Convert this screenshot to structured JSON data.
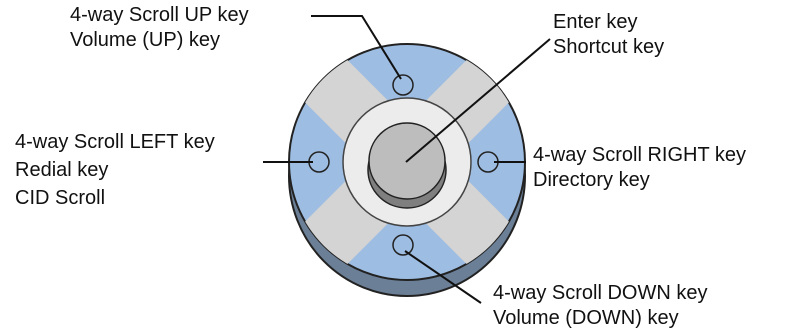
{
  "callouts": {
    "up": {
      "line1": "4-way Scroll UP key",
      "line2": "Volume (UP) key"
    },
    "enter": {
      "line1": "Enter key",
      "line2": "Shortcut key"
    },
    "left": {
      "line1": "4-way Scroll LEFT key",
      "line2": "Redial key",
      "line3": "CID Scroll"
    },
    "right": {
      "line1": "4-way Scroll RIGHT key",
      "line2": "Directory key"
    },
    "down": {
      "line1": "4-way Scroll DOWN key",
      "line2": "Volume (DOWN) key"
    }
  },
  "colors": {
    "pad_blue": "#9ebde2",
    "pad_gray": "#d4d4d4",
    "ring_light": "#ececec",
    "center_button": "#bdbdbd",
    "outline": "#222222"
  }
}
